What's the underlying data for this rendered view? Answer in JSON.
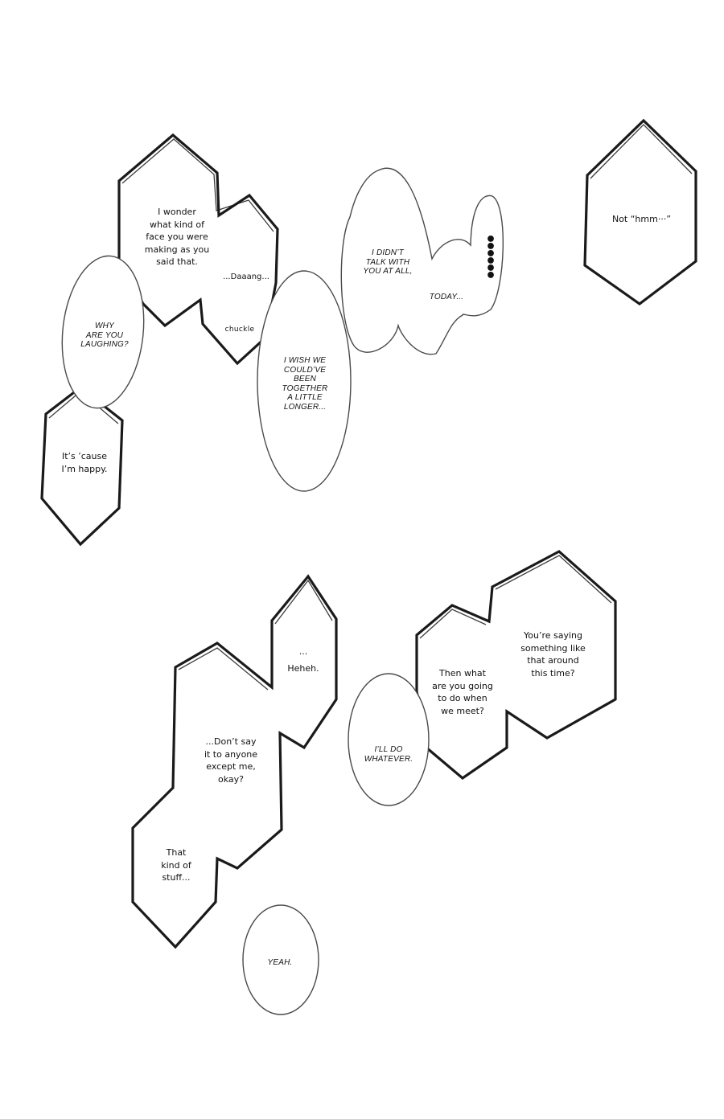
{
  "bubbles": {
    "wonder": "I wonder\nwhat kind of\nface you were\nmaking as you\nsaid that.",
    "daaang": "...Daaang...",
    "chuckle": "chuckle",
    "why_laughing": "WHY\nARE YOU\nLAUGHING?",
    "cause_happy": "It’s ’cause\nI’m happy.",
    "wish": "I WISH WE\nCOULD’VE\nBEEN\nTOGETHER\nA LITTLE\nLONGER...",
    "didnt_talk": "I DIDN’T\nTALK WITH\nYOU AT ALL,",
    "today": "TODAY...",
    "ellipsis_vertical": "•\n•\n•\n•\n•\n•",
    "not_hmm": "Not “hmm···”",
    "heheh_dots": "···",
    "heheh": "Heheh.",
    "dont_say": "...Don’t say\nit to anyone\nexcept me,\nokay?",
    "that_kind": "That\nkind of\nstuff...",
    "yeah": "YEAH.",
    "ill_do": "I’LL DO\nWHATEVER.",
    "then_what": "Then what\nare you going\nto do when\nwe meet?",
    "youre_saying": "You’re saying\nsomething like\nthat around\nthis time?"
  }
}
